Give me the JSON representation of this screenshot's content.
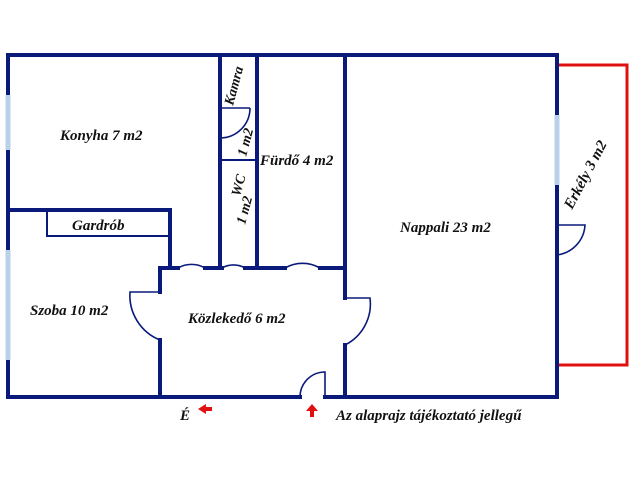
{
  "plan": {
    "rooms": {
      "konyha": "Konyha 7 m2",
      "kamra_name": "Kamra",
      "kamra_area": "1 m2",
      "furdo": "Fürdő 4 m2",
      "wc_name": "WC",
      "wc_area": "1 m2",
      "gardrob": "Gardrób",
      "szoba": "Szoba 10 m2",
      "kozlekedo": "Közlekedő 6 m2",
      "nappali": "Nappali 23 m2",
      "erkely": "Erkély 3 m2"
    },
    "north_label": "É",
    "disclaimer": "Az alaprajz tájékoztató jellegű"
  },
  "colors": {
    "wall": "#0a1a7a",
    "window": "#b8d0e8",
    "balcony": "#e01010",
    "arrow": "#e01010"
  }
}
